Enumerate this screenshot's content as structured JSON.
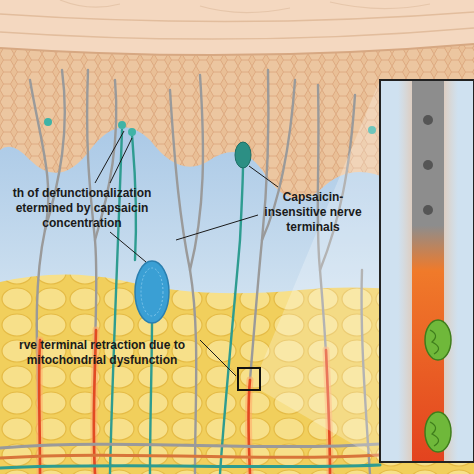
{
  "diagram": {
    "labels": [
      "th of defunctionalization etermined by capsaicin concentration",
      "Capsaicin- insensitive nerve terminals",
      "rve terminal retraction due to mitochondrial dysfunction"
    ]
  }
}
